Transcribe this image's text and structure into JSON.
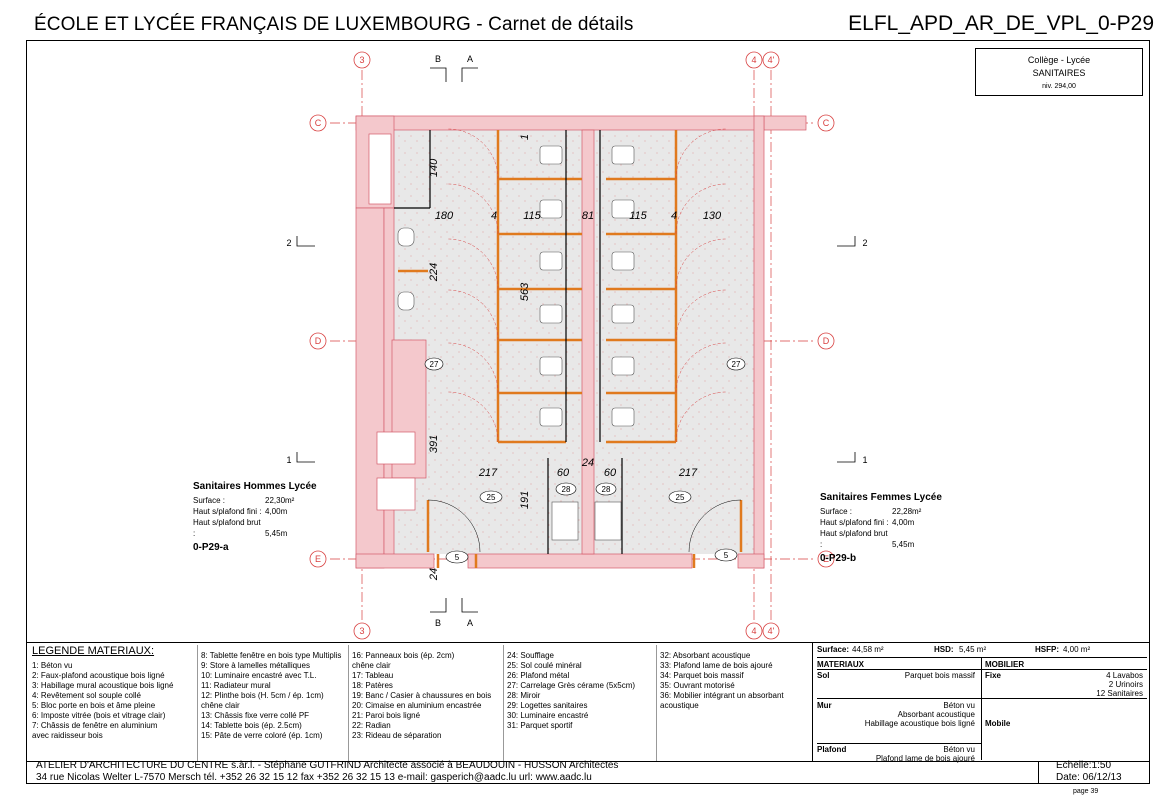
{
  "header": {
    "title": "ÉCOLE ET LYCÉE FRANÇAIS DE LUXEMBOURG - Carnet de détails",
    "code": "ELFL_APD_AR_DE_VPL_0-P29"
  },
  "stamp": {
    "line1": "Collège - Lycée",
    "line2": "SANITAIRES",
    "line3": "niv. 294,00"
  },
  "grid": {
    "v_axes": [
      "3",
      "4",
      "4'"
    ],
    "h_axes": [
      "C",
      "D",
      "E"
    ],
    "sections": [
      "A",
      "B",
      "1",
      "2"
    ]
  },
  "dims": {
    "d140": "140",
    "d180": "180",
    "d4a": "4",
    "d115a": "115",
    "d81": "81",
    "d115b": "115",
    "d4b": "4",
    "d130": "130",
    "d224": "224",
    "d563": "563",
    "d391": "391",
    "d217a": "217",
    "d60a": "60",
    "d24a": "24",
    "d60b": "60",
    "d217b": "217",
    "d191": "191",
    "d24b": "24",
    "d1": "1"
  },
  "tags": {
    "t27a": "27",
    "t27b": "27",
    "t25a": "25",
    "t25b": "25",
    "t28a": "28",
    "t28b": "28",
    "t5a": "5",
    "t5b": "5"
  },
  "room_left": {
    "title": "Sanitaires  Hommes Lycée",
    "surface_l": "Surface :",
    "surface_v": "22,30m²",
    "hpf_l": "Haut s/plafond fini :",
    "hpf_v": "4,00m",
    "hpb_l": "Haut s/plafond brut :",
    "hpb_v": "5,45m",
    "ref": "0-P29-a"
  },
  "room_right": {
    "title": "Sanitaires  Femmes Lycée",
    "surface_l": "Surface :",
    "surface_v": "22,28m²",
    "hpf_l": "Haut s/plafond fini :",
    "hpf_v": "4,00m",
    "hpb_l": "Haut s/plafond brut :",
    "hpb_v": "5,45m",
    "ref": "0-P29-b"
  },
  "legend": {
    "title": "LEGENDE MATERIAUX:",
    "col1": [
      "1:  Béton vu",
      "2: Faux-plafond acoustique bois ligné",
      "3: Habillage mural acoustique bois ligné",
      "4: Revêtement sol souple collé",
      "5: Bloc porte en bois et âme pleine",
      "6: Imposte vitrée (bois et vitrage clair)",
      "7: Châssis de fenêtre en aluminium",
      "    avec raidisseur bois"
    ],
    "col2": [
      "8: Tablette fenêtre en bois type Multiplis",
      "9: Store à lamelles métalliques",
      "10: Luminaire encastré avec T.L.",
      "11: Radiateur mural",
      "12: Plinthe bois  (H. 5cm / ép. 1cm)",
      "      chêne clair",
      "13: Châssis fixe verre collé PF",
      "14: Tablette bois (ép. 2.5cm)",
      "15: Pâte de verre coloré (ép. 1cm)"
    ],
    "col3": [
      "16: Panneaux bois (ép. 2cm)",
      "      chêne clair",
      "17: Tableau",
      "18: Patères",
      "19: Banc / Casier à chaussures en bois",
      "20: Cimaise en aluminium encastrée",
      "21: Paroi bois ligné",
      "22: Radian",
      "23: Rideau de séparation"
    ],
    "col4": [
      "24: Soufflage",
      "25: Sol coulé minéral",
      "26: Plafond métal",
      "27: Carrelage Grès cérame (5x5cm)",
      "28: Miroir",
      "29: Logettes sanitaires",
      "30: Luminaire encastré",
      "31: Parquet sportif"
    ],
    "col5": [
      "32: Absorbant acoustique",
      "33: Plafond lame de bois ajouré",
      "34: Parquet bois massif",
      "35: Ouvrant motorisé",
      "36: Mobilier intégrant un absorbant",
      "      acoustique"
    ]
  },
  "summary": {
    "surface_l": "Surface:",
    "surface_v": "44,58 m²",
    "hsd_l": "HSD:",
    "hsd_v": "5,45 m²",
    "hsfp_l": "HSFP:",
    "hsfp_v": "4,00 m²",
    "materiaux": "MATERIAUX",
    "mobilier": "MOBILIER",
    "sol_l": "Sol",
    "sol_v": "Parquet bois massif",
    "fixe_l": "Fixe",
    "fixe_v1": "4 Lavabos",
    "fixe_v2": "2 Urinoirs",
    "fixe_v3": "12 Sanitaires",
    "mur_l": "Mur",
    "mur_v1": "Béton vu",
    "mur_v2": "Absorbant acoustique",
    "mur_v3": "Habillage acoustique bois ligné",
    "mobile_l": "Mobile",
    "plafond_l": "Plafond",
    "plafond_v1": "Béton vu",
    "plafond_v2": "Plafond lame de bois ajouré"
  },
  "footer": {
    "line1": "ATELIER D'ARCHITECTURE DU CENTRE s.àr.l. - Stéphane GUTFRIND Architecte associé à BEAUDOUIN - HUSSON Architectes",
    "line2": "34 rue Nicolas Welter   L-7570 Mersch   tél. +352 26 32 15 12   fax +352 26 32 15 13   e-mail: gasperich@aadc.lu   url: www.aadc.lu",
    "scale": "Echelle:1:50",
    "date": "Date: 06/12/13",
    "page": "page 39"
  },
  "colors": {
    "wall": "#f4c8cc",
    "wall_stroke": "#d45a6a",
    "partition": "#e07a1e",
    "axis": "#d84040",
    "floor": "#e6e6e6"
  }
}
